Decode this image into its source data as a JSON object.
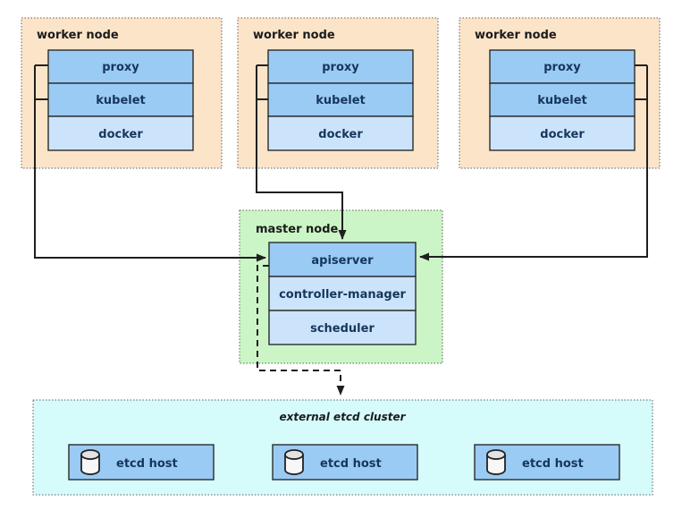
{
  "diagram": {
    "worker_nodes": [
      {
        "title": "worker node",
        "components": [
          {
            "label": "proxy"
          },
          {
            "label": "kubelet"
          },
          {
            "label": "docker"
          }
        ]
      },
      {
        "title": "worker node",
        "components": [
          {
            "label": "proxy"
          },
          {
            "label": "kubelet"
          },
          {
            "label": "docker"
          }
        ]
      },
      {
        "title": "worker node",
        "components": [
          {
            "label": "proxy"
          },
          {
            "label": "kubelet"
          },
          {
            "label": "docker"
          }
        ]
      }
    ],
    "master_node": {
      "title": "master node",
      "components": [
        {
          "label": "apiserver"
        },
        {
          "label": "controller-manager"
        },
        {
          "label": "scheduler"
        }
      ]
    },
    "etcd_cluster": {
      "title": "external etcd cluster",
      "hosts": [
        {
          "label": "etcd host",
          "icon": "database-icon"
        },
        {
          "label": "etcd host",
          "icon": "database-icon"
        },
        {
          "label": "etcd host",
          "icon": "database-icon"
        }
      ]
    },
    "connections": [
      {
        "from": "worker node 1 (proxy, kubelet)",
        "to": "apiserver",
        "style": "solid-arrow"
      },
      {
        "from": "worker node 2 (proxy, kubelet)",
        "to": "apiserver",
        "style": "solid-arrow"
      },
      {
        "from": "worker node 3 (proxy, kubelet)",
        "to": "apiserver",
        "style": "solid-arrow"
      },
      {
        "from": "apiserver",
        "to": "external etcd cluster",
        "style": "dashed-arrow"
      }
    ]
  },
  "colors": {
    "worker_node_bg": "#fce4c9",
    "master_node_bg": "#cbf5c6",
    "etcd_cluster_bg": "#d5fbfb",
    "component_primary": "#9acbf4",
    "component_secondary": "#cce4fb",
    "component_border": "#2b2b2b",
    "group_border_dotted": "#5f5f5f",
    "arrow": "#1f1f1f",
    "label_text": "#16365c",
    "title_text": "#1b1b1b"
  }
}
